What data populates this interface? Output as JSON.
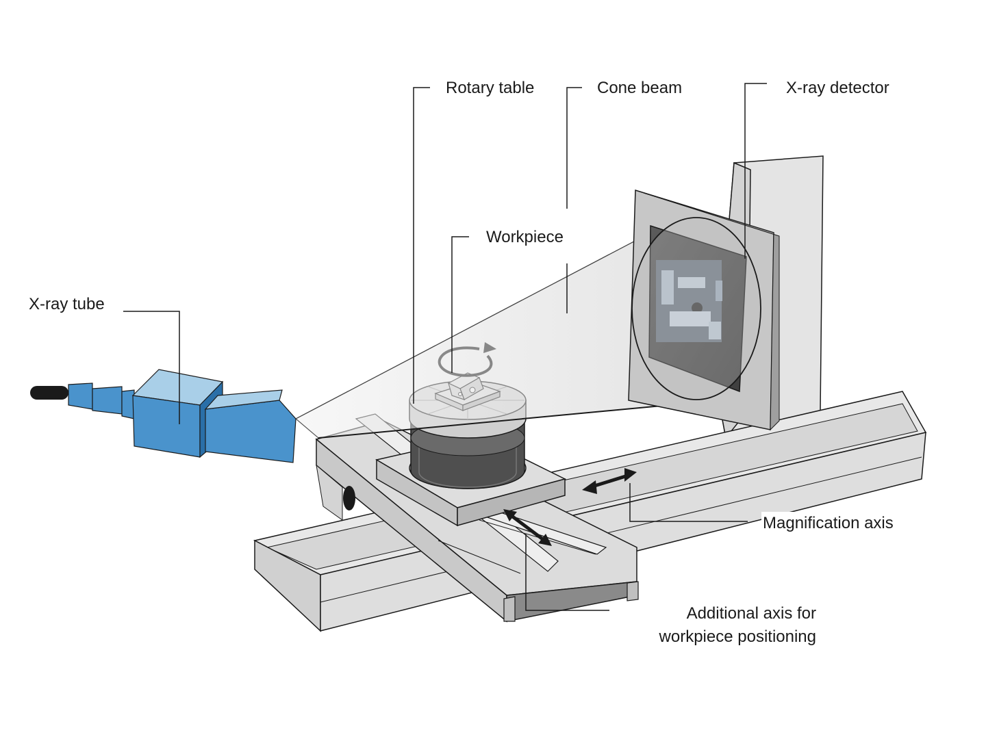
{
  "labels": {
    "rotary_table": "Rotary table",
    "cone_beam": "Cone beam",
    "xray_detector": "X-ray detector",
    "workpiece": "Workpiece",
    "xray_tube": "X-ray tube",
    "magnification_axis": "Magnification axis",
    "additional_axis_line1": "Additional axis for",
    "additional_axis_line2": "workpiece positioning"
  },
  "colors": {
    "tube_blue": "#4a93cc",
    "tube_blue_light": "#a9cfe8",
    "tube_blue_dark": "#2a6fa8",
    "machine_gray": "#d9d9d9",
    "machine_gray_light": "#e6e6e6",
    "machine_gray_dark": "#a8a8a8",
    "rotary_dark": "#5a5a5a",
    "outline": "#1a1a1a",
    "background": "#ffffff"
  }
}
